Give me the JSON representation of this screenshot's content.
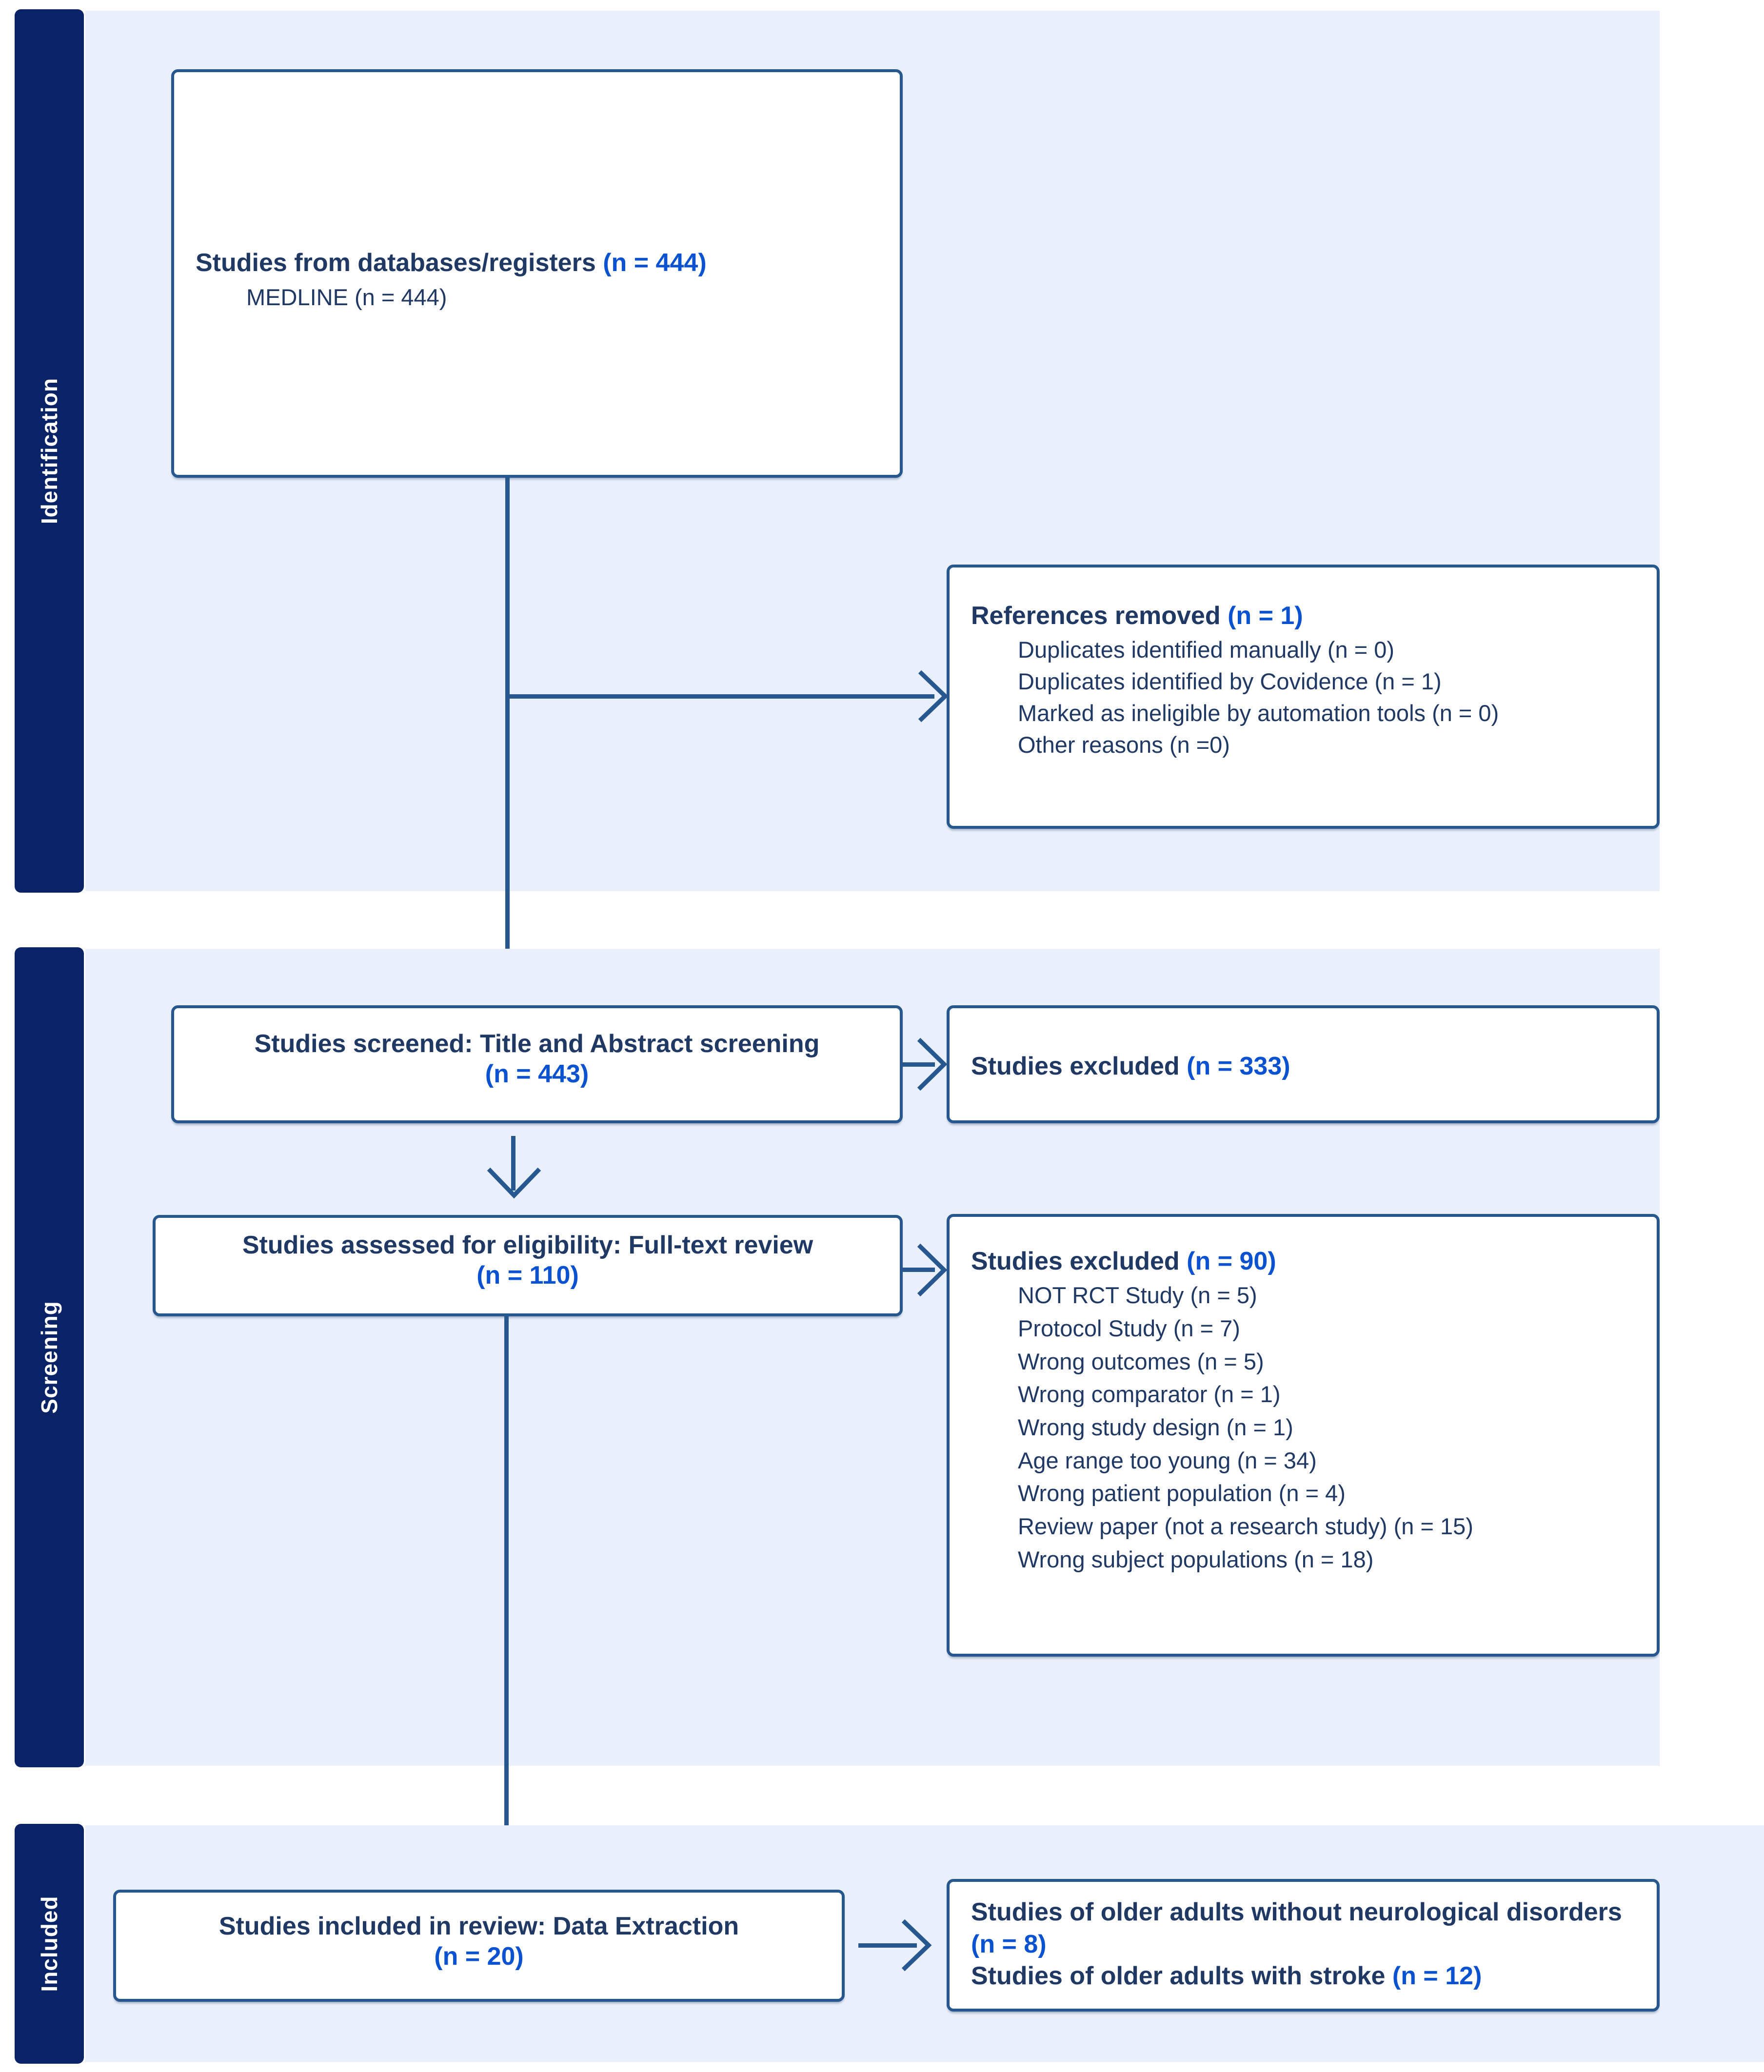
{
  "diagram": {
    "type": "prisma-flow-diagram",
    "colors": {
      "rail_navy": "#0A2266",
      "band_light_blue": "#E9F0FB",
      "box_border": "#27578F",
      "text_navy": "#1F3864",
      "count_blue": "#0B52D1"
    },
    "phases": [
      {
        "id": "identification",
        "label": "Identification"
      },
      {
        "id": "screening",
        "label": "Screening"
      },
      {
        "id": "included",
        "label": "Included"
      }
    ],
    "boxes": {
      "records_identified": {
        "title": "Studies from databases/registers",
        "title_count": "(n = 444)",
        "items": [
          "MEDLINE (n = 444)"
        ]
      },
      "records_removed": {
        "title": "References removed",
        "title_count": "(n = 1)",
        "items": [
          "Duplicates identified manually (n = 0)",
          "Duplicates identified by Covidence (n = 1)",
          "Marked as ineligible by automation tools (n = 0)",
          "Other reasons (n =0)"
        ]
      },
      "records_screened": {
        "title": "Studies screened: Title and Abstract screening",
        "title_count": "(n = 443)"
      },
      "records_excluded_screen": {
        "title": "Studies excluded",
        "title_count": "(n = 333)"
      },
      "reports_assessed": {
        "title": "Studies assessed for eligibility: Full-text review",
        "title_count": "(n = 110)"
      },
      "reports_excluded": {
        "title": "Studies excluded",
        "title_count": "(n = 90)",
        "items": [
          "NOT RCT Study (n = 5)",
          "Protocol Study (n = 7)",
          "Wrong outcomes (n = 5)",
          "Wrong comparator (n = 1)",
          "Wrong study design (n = 1)",
          "Age range too young (n = 34)",
          "Wrong patient population (n = 4)",
          "Review paper (not a research study) (n = 15)",
          "Wrong subject populations (n = 18)"
        ]
      },
      "studies_included": {
        "title": "Studies included in review: Data Extraction",
        "title_count": "(n = 20)"
      },
      "studies_breakdown": {
        "line1_title": "Studies of older adults without neurological disorders",
        "line1_count": "(n = 8)",
        "line2_title": "Studies of older adults with stroke",
        "line2_count": "(n = 12)"
      }
    },
    "chart_data": {
      "type": "table",
      "title": "PRISMA 2020 flow diagram",
      "stages": [
        {
          "stage": "Studies from databases/registers",
          "n": 444
        },
        {
          "stage": "MEDLINE",
          "n": 444
        },
        {
          "stage": "References removed",
          "n": 1
        },
        {
          "stage": "Duplicates identified manually",
          "n": 0
        },
        {
          "stage": "Duplicates identified by Covidence",
          "n": 1
        },
        {
          "stage": "Marked as ineligible by automation tools",
          "n": 0
        },
        {
          "stage": "Other reasons",
          "n": 0
        },
        {
          "stage": "Studies screened: Title and Abstract screening",
          "n": 443
        },
        {
          "stage": "Studies excluded at title/abstract screening",
          "n": 333
        },
        {
          "stage": "Studies assessed for eligibility: Full-text review",
          "n": 110
        },
        {
          "stage": "Studies excluded at full text",
          "n": 90
        },
        {
          "stage": "NOT RCT Study",
          "n": 5
        },
        {
          "stage": "Protocol Study",
          "n": 7
        },
        {
          "stage": "Wrong outcomes",
          "n": 5
        },
        {
          "stage": "Wrong comparator",
          "n": 1
        },
        {
          "stage": "Wrong study design",
          "n": 1
        },
        {
          "stage": "Age range too young",
          "n": 34
        },
        {
          "stage": "Wrong patient population",
          "n": 4
        },
        {
          "stage": "Review paper (not a research study)",
          "n": 15
        },
        {
          "stage": "Wrong subject populations",
          "n": 18
        },
        {
          "stage": "Studies included in review: Data Extraction",
          "n": 20
        },
        {
          "stage": "Studies of older adults without neurological disorders",
          "n": 8
        },
        {
          "stage": "Studies of older adults with stroke",
          "n": 12
        }
      ]
    }
  }
}
